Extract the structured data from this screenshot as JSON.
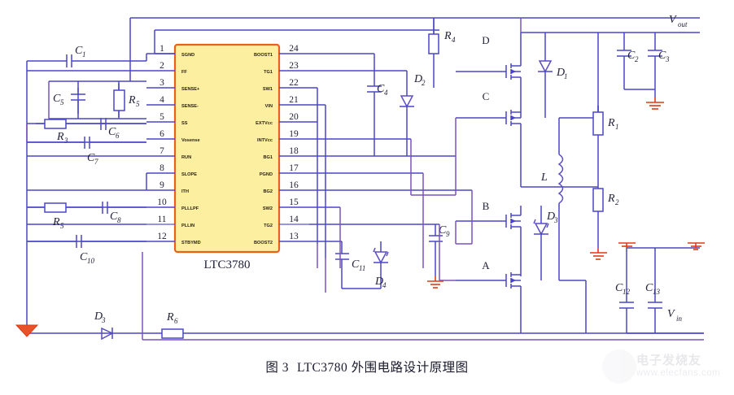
{
  "figure": {
    "caption_prefix": "图 3",
    "caption_text": "LTC3780 外围电路设计原理图"
  },
  "watermark": {
    "brand": "电子发烧友",
    "url": "www.elecfans.com"
  },
  "ic": {
    "part_number": "LTC3780",
    "body_fill": "#FCEFA0",
    "body_stroke": "#E8601C",
    "left_pins": [
      {
        "num": "1",
        "label": "SGND"
      },
      {
        "num": "2",
        "label": "FF"
      },
      {
        "num": "3",
        "label": "SENSE+"
      },
      {
        "num": "4",
        "label": "SENSE-"
      },
      {
        "num": "5",
        "label": "SS"
      },
      {
        "num": "6",
        "label": "Vosense"
      },
      {
        "num": "7",
        "label": "RUN"
      },
      {
        "num": "8",
        "label": "SLOPE"
      },
      {
        "num": "9",
        "label": "ITH"
      },
      {
        "num": "10",
        "label": "PLLLPF"
      },
      {
        "num": "11",
        "label": "PLLIN"
      },
      {
        "num": "12",
        "label": "STBYMD"
      }
    ],
    "right_pins": [
      {
        "num": "24",
        "label": "BOOST1"
      },
      {
        "num": "23",
        "label": "TG1"
      },
      {
        "num": "22",
        "label": "SW1"
      },
      {
        "num": "21",
        "label": "VIN"
      },
      {
        "num": "20",
        "label": "EXTVcc"
      },
      {
        "num": "19",
        "label": "INTVcc"
      },
      {
        "num": "18",
        "label": "BG1"
      },
      {
        "num": "17",
        "label": "PGND"
      },
      {
        "num": "16",
        "label": "BG2"
      },
      {
        "num": "15",
        "label": "SW2"
      },
      {
        "num": "14",
        "label": "TG2"
      },
      {
        "num": "13",
        "label": "BOOST2"
      }
    ]
  },
  "nets": {
    "vout_label": "V",
    "vout_sub": "out",
    "vin_label": "V",
    "vin_sub": "in"
  },
  "components": {
    "capacitors": [
      {
        "id": "C1",
        "base": "C",
        "sub": "1"
      },
      {
        "id": "C2",
        "base": "C",
        "sub": "2"
      },
      {
        "id": "C3",
        "base": "C",
        "sub": "3"
      },
      {
        "id": "C4",
        "base": "C",
        "sub": "4"
      },
      {
        "id": "C5",
        "base": "C",
        "sub": "5"
      },
      {
        "id": "C6",
        "base": "C",
        "sub": "6"
      },
      {
        "id": "C7",
        "base": "C",
        "sub": "7"
      },
      {
        "id": "C8",
        "base": "C",
        "sub": "8"
      },
      {
        "id": "C9",
        "base": "C",
        "sub": "9"
      },
      {
        "id": "C10",
        "base": "C",
        "sub": "10"
      },
      {
        "id": "C11",
        "base": "C",
        "sub": "11"
      },
      {
        "id": "C12",
        "base": "C",
        "sub": "12"
      },
      {
        "id": "C13",
        "base": "C",
        "sub": "13"
      }
    ],
    "resistors": [
      {
        "id": "R1a",
        "base": "R",
        "sub": "1"
      },
      {
        "id": "R1b",
        "base": "R",
        "sub": "1"
      },
      {
        "id": "R2",
        "base": "R",
        "sub": "2"
      },
      {
        "id": "R3",
        "base": "R",
        "sub": "3"
      },
      {
        "id": "R4",
        "base": "R",
        "sub": "4"
      },
      {
        "id": "R5a",
        "base": "R",
        "sub": "5"
      },
      {
        "id": "R5b",
        "base": "R",
        "sub": "5"
      },
      {
        "id": "R6",
        "base": "R",
        "sub": "6"
      }
    ],
    "diodes": [
      {
        "id": "D1",
        "base": "D",
        "sub": "1"
      },
      {
        "id": "D2",
        "base": "D",
        "sub": "2"
      },
      {
        "id": "D3",
        "base": "D",
        "sub": "3"
      },
      {
        "id": "D4",
        "base": "D",
        "sub": "4"
      },
      {
        "id": "D5",
        "base": "D",
        "sub": "3"
      }
    ],
    "inductor": {
      "id": "L",
      "base": "L",
      "sub": ""
    },
    "mosfets": [
      {
        "id": "Q_D",
        "label": "D"
      },
      {
        "id": "Q_C",
        "label": "C"
      },
      {
        "id": "Q_B",
        "label": "B"
      },
      {
        "id": "Q_A",
        "label": "A"
      }
    ]
  },
  "colors": {
    "wire_blue": "#4a46c8",
    "wire_violet": "#7a52c0",
    "ground_red": "#e03a14",
    "ic_border": "#E8601C",
    "ic_fill": "#FCEFA0",
    "label_dark": "#2a2a3a"
  }
}
